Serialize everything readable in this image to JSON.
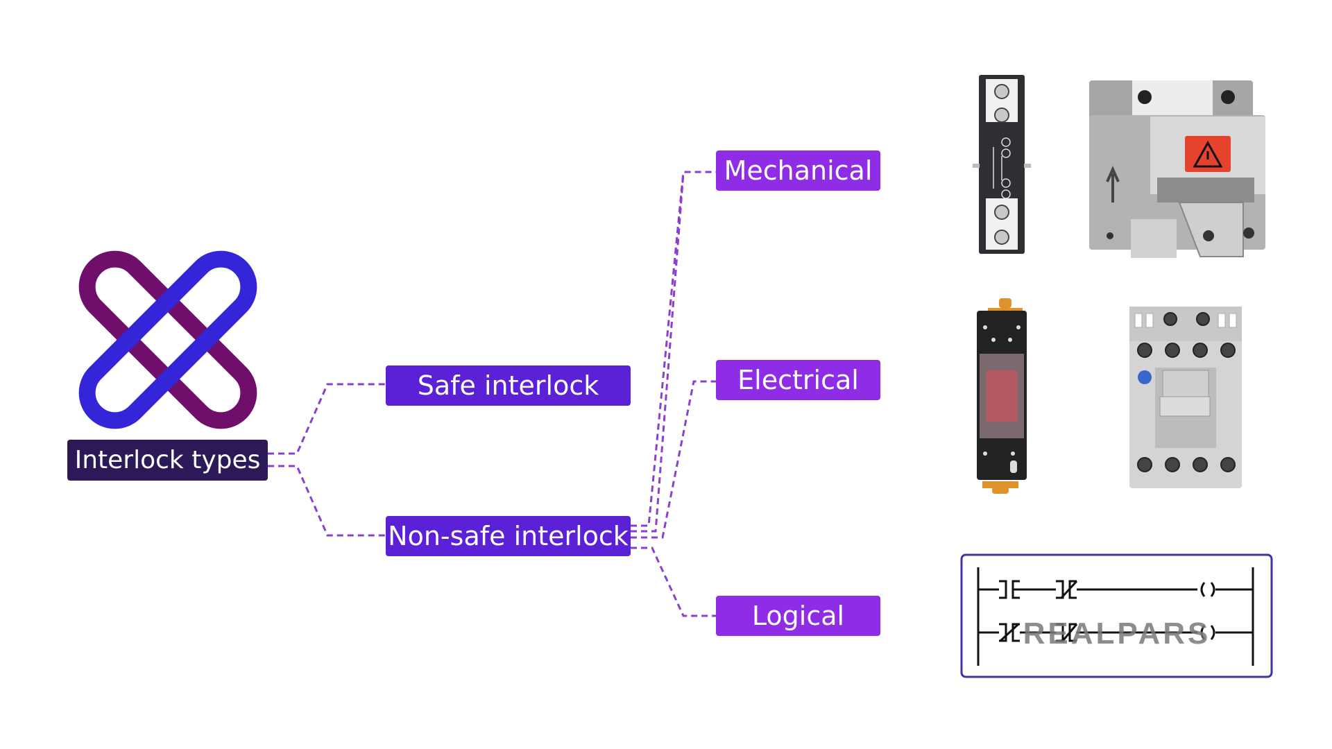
{
  "diagram": {
    "root": {
      "label": "Interlock types"
    },
    "level1": [
      {
        "label": "Safe interlock"
      },
      {
        "label": "Non-safe interlock"
      }
    ],
    "level2": [
      {
        "label": "Mechanical"
      },
      {
        "label": "Electrical"
      },
      {
        "label": "Logical"
      }
    ]
  },
  "watermark": {
    "text": "REALPARS"
  },
  "colors": {
    "root_bg": "#2b1a57",
    "level1_bg": "#5b21d6",
    "level2_bg": "#8e2ce6",
    "connector": "#8a3fd0",
    "logo_purple": "#6f0f6b",
    "logo_blue": "#3525d8",
    "ladder_border": "#3d34a8"
  },
  "icons": [
    "interlock-x-logo-icon",
    "auxiliary-contact-block-icon",
    "safety-switch-icon",
    "relay-socket-icon",
    "contactor-icon",
    "ladder-logic-diagram-icon"
  ]
}
